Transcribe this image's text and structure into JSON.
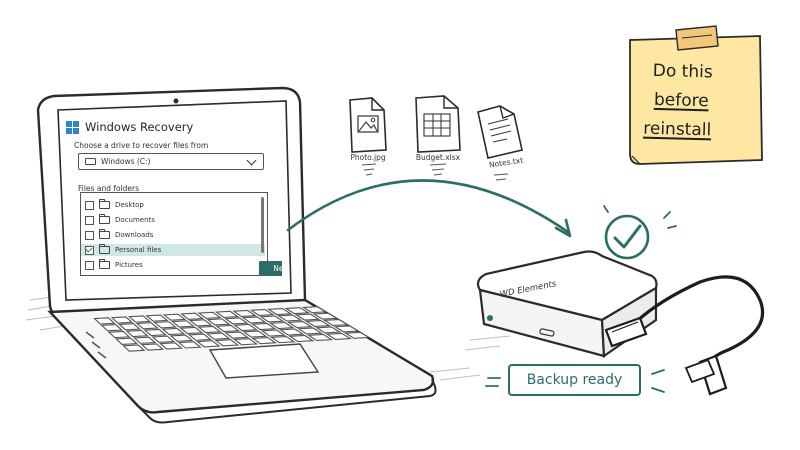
{
  "recovery_window": {
    "title": "Windows Recovery",
    "prompt": "Choose a drive to recover files from",
    "drive_select": {
      "value": "Windows (C:)"
    },
    "files_label": "Files and folders",
    "items": [
      {
        "label": "Desktop",
        "checked": false,
        "selected": false
      },
      {
        "label": "Documents",
        "checked": false,
        "selected": false
      },
      {
        "label": "Downloads",
        "checked": false,
        "selected": false
      },
      {
        "label": "Personal files",
        "checked": true,
        "selected": true
      },
      {
        "label": "Pictures",
        "checked": false,
        "selected": false
      }
    ],
    "next_label": "Next"
  },
  "transfer_files": [
    {
      "label": "Photo.jpg",
      "icon": "image-file-icon"
    },
    {
      "label": "Budget.xlsx",
      "icon": "spreadsheet-file-icon"
    },
    {
      "label": "Notes.txt",
      "icon": "text-file-icon"
    }
  ],
  "external_drive": {
    "brand": "WD Elements"
  },
  "status": {
    "text": "Backup ready"
  },
  "sticky_note": {
    "lines": [
      "Do this",
      "before",
      "reinstall"
    ]
  },
  "colors": {
    "accent": "#2d6d69",
    "note": "#fde7a3",
    "tape": "#f3c77a",
    "selection": "#cfe8e6",
    "windows_logo": "#2a86c9"
  }
}
